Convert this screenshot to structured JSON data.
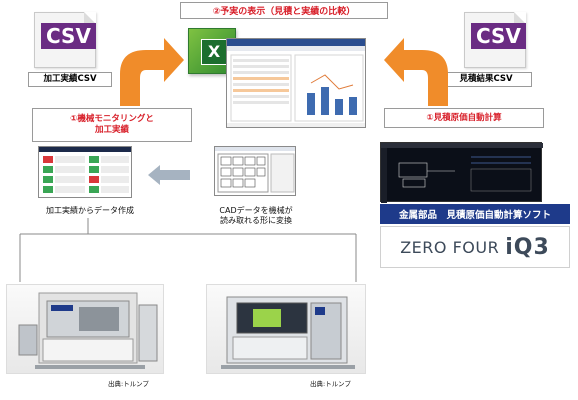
{
  "header": {
    "label": "②予実の表示（見積と実績の比較）"
  },
  "left_file": {
    "tag": "CSV",
    "label": "加工実績CSV"
  },
  "right_file": {
    "tag": "CSV",
    "label": "見積結果CSV"
  },
  "step_left": {
    "line1": "①機械モニタリングと",
    "line2": "加工実績"
  },
  "step_right": {
    "label": "①見積原価自動計算"
  },
  "excel": {
    "glyph": "X"
  },
  "cap_monitor": "加工実績からデータ作成",
  "cap_cad_1": "CADデータを機械が",
  "cap_cad_2": "読み取れる形に変換",
  "software": {
    "banner": "金属部品　見積原価自動計算ソフト",
    "brand_a": "ZERO FOUR",
    "brand_b": "iQ3"
  },
  "source_1": "出典:トルンプ",
  "source_2": "出典:トルンプ",
  "colors": {
    "accent_red": "#d8202a",
    "arrow_orange": "#f08c2a",
    "navy": "#1e3a8a",
    "csv_purple": "#6a2c83",
    "excel_green": "#2f8a2f"
  }
}
